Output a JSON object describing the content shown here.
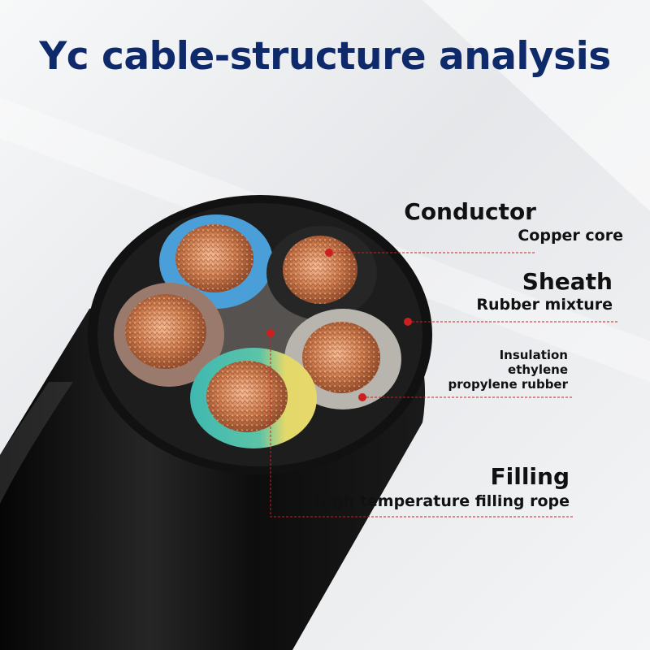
{
  "title": "Yc cable-structure analysis",
  "labels": {
    "conductor": {
      "heading": "Conductor",
      "sub": "Copper core"
    },
    "sheath": {
      "heading": "Sheath",
      "sub": "Rubber mixture"
    },
    "insulation": {
      "line1": "Insulation",
      "line2": "ethylene",
      "line3": "propylene rubber"
    },
    "filling": {
      "heading": "Filling",
      "sub": "High temperature filling rope"
    }
  },
  "colors": {
    "title": "#0e2a6a",
    "leader": "#cc1f1f",
    "core_blue": "#4a9fd8",
    "core_black": "#1c1c1c",
    "core_brown": "#9a7a6c",
    "core_grey": "#b8b4ae",
    "core_green_yellow": "#3fb8b0"
  }
}
